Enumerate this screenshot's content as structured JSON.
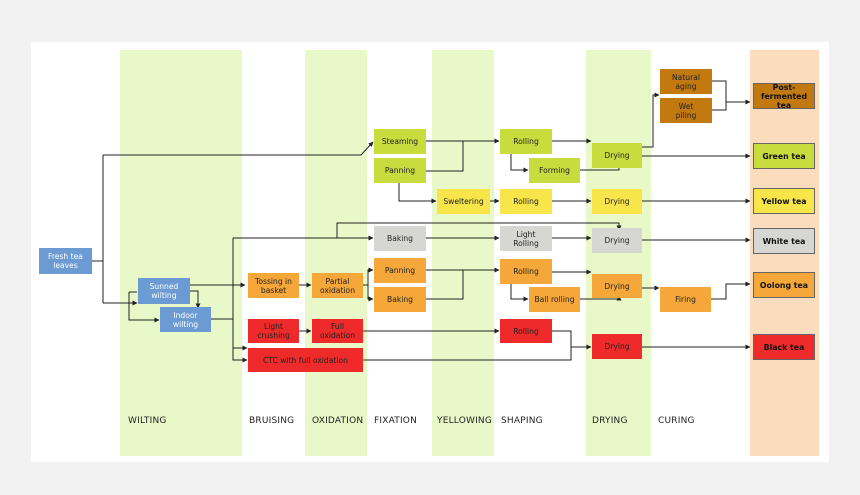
{
  "stages": [
    "WILTING",
    "BRUISING",
    "OXIDATION",
    "FIXATION",
    "YELLOWING",
    "SHAPING",
    "DRYING",
    "CURING"
  ],
  "nodes": {
    "fresh": "Fresh tea\nleaves",
    "sunned": "Sunned\nwilting",
    "indoor": "Indoor\nwilting",
    "tossing": "Tossing in\nbasket",
    "partial": "Partial\noxidation",
    "lightcrush": "Light\ncrushing",
    "fullox": "Full\noxidation",
    "ctc": "CTC with full oxidation",
    "steaming": "Steaming",
    "panning1": "Panning",
    "baking1": "Baking",
    "panning2": "Panning",
    "baking2": "Baking",
    "sweltering": "Sweltering",
    "rolling1": "Rolling",
    "forming": "Forming",
    "rolling2": "Rolling",
    "lightrolling": "Light\nRolling",
    "rolling3": "Rolling",
    "ballrolling": "Ball rolling",
    "rolling4": "Rolling",
    "drying1": "Drying",
    "drying2": "Drying",
    "drying3": "Drying",
    "drying4": "Drying",
    "drying5": "Drying",
    "natural": "Natural\naging",
    "wet": "Wet\npiling",
    "firing": "Firing"
  },
  "results": {
    "post": "Post-\nfermented tea",
    "green": "Green tea",
    "yellow": "Yellow tea",
    "white": "White tea",
    "oolong": "Oolong tea",
    "black": "Black tea"
  },
  "colors": {
    "blue": "#6b9bd2",
    "lime": "#c8dc3e",
    "yellow": "#f7e54a",
    "grey": "#d6d6d2",
    "orange": "#f5a73a",
    "red": "#ee2a2a",
    "brown": "#c27a10",
    "band_green": "#e9f8c8",
    "band_orange": "#fbdcbc"
  }
}
